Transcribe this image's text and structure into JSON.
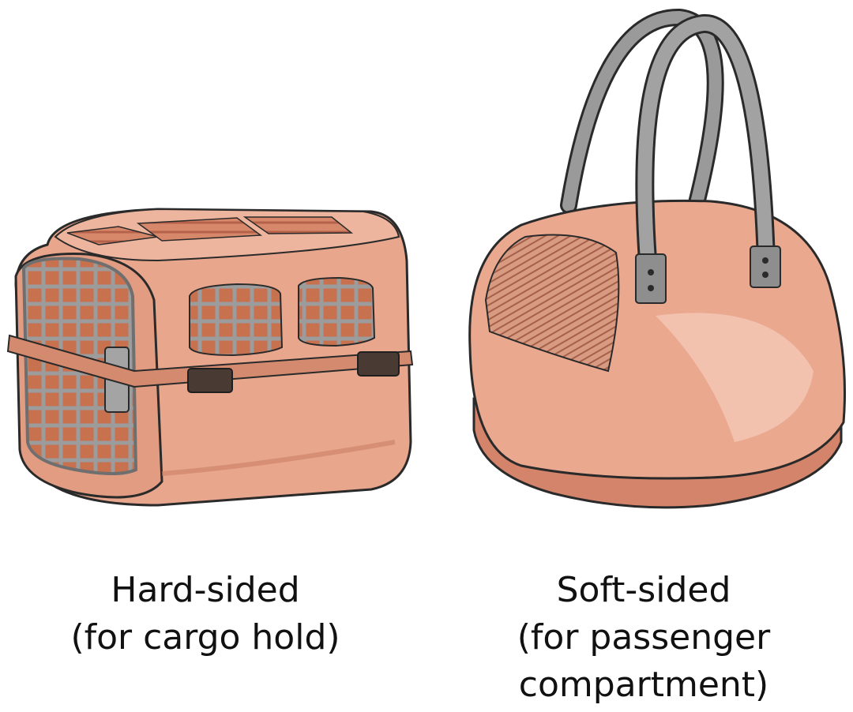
{
  "colors": {
    "shell": "#e8a68c",
    "shell_light": "#f2c2ae",
    "shell_shadow": "#c97f66",
    "grille": "#8f8f8f",
    "strap": "#9a9a9a",
    "outline": "#2a2a2a"
  },
  "items": [
    {
      "id": "hard",
      "icon": "hard-sided-carrier-icon",
      "caption_lines": [
        "Hard-sided",
        "(for cargo hold)"
      ]
    },
    {
      "id": "soft",
      "icon": "soft-sided-carrier-icon",
      "caption_lines": [
        "Soft-sided",
        "(for passenger",
        "compartment)"
      ]
    }
  ]
}
